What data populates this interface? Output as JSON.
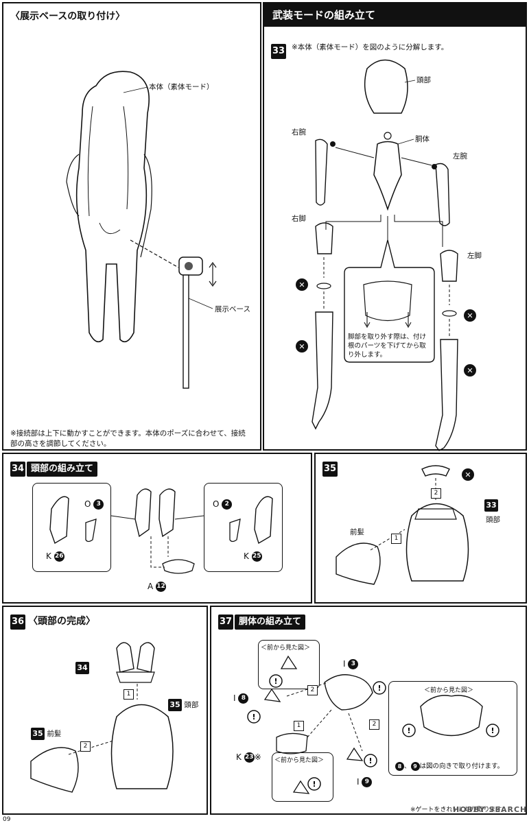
{
  "sections": {
    "display_base": {
      "title": "〈展示ベースの取り付け〉",
      "label_body": "本体（素体モード）",
      "label_base": "展示ベース",
      "note": "※接続部は上下に動かすことができます。本体のポーズに合わせて、接続部の高さを調節してください。"
    },
    "armed_mode": {
      "title": "武装モードの組み立て",
      "step_no": "33",
      "instruction": "※本体（素体モード）を図のように分解します。",
      "labels": {
        "head": "頭部",
        "torso": "胴体",
        "right_arm": "右腕",
        "left_arm": "左腕",
        "right_leg": "右脚",
        "left_leg": "左脚"
      },
      "callout": "脚部を取り外す際は、付け根のパーツを下げてから取り外します。"
    },
    "step34": {
      "step_no": "34",
      "title": "頭部の組み立て",
      "left_part_o": "O",
      "left_part_o_num": "3",
      "left_part_k": "K",
      "left_part_k_num": "26",
      "right_part_o": "O",
      "right_part_o_num": "2",
      "right_part_k": "K",
      "right_part_k_num": "25",
      "center_part_a": "A",
      "center_part_a_num": "12"
    },
    "step35": {
      "step_no": "35",
      "ref_step": "33",
      "label_head": "頭部",
      "label_bangs": "前髪",
      "seq1": "1",
      "seq2": "2"
    },
    "step36": {
      "step_no": "36",
      "title": "〈頭部の完成〉",
      "ref_34": "34",
      "ref_35_head": "35",
      "label_head": "頭部",
      "ref_35_bangs": "35",
      "label_bangs": "前髪",
      "seq1": "1",
      "seq2": "2"
    },
    "step37": {
      "step_no": "37",
      "title": "胴体の組み立て",
      "front_view_1": "＜前から見た図＞",
      "front_view_2": "＜前から見た図＞",
      "front_view_3": "＜前から見た図＞",
      "part_i3": "I",
      "part_i3_num": "3",
      "part_i8": "I",
      "part_i8_num": "8",
      "part_i9": "I",
      "part_i9_num": "9",
      "part_k23": "K",
      "part_k23_num": "23",
      "part_k23_mark": "※",
      "seq1": "1",
      "seq2a": "2",
      "seq2b": "2",
      "attach_note_num1": "8",
      "attach_note_num2": "9",
      "attach_note": "は図の向きで取り付けます。",
      "gate_note": "※ゲートをきれいに切り取ります。"
    }
  },
  "footer": {
    "page": "09",
    "watermark": "HOBBY SEARCH"
  }
}
